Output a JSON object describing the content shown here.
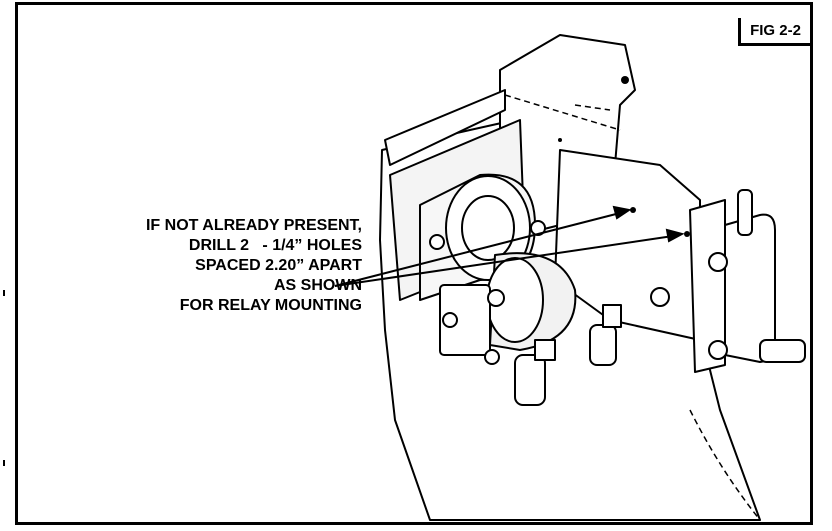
{
  "figure": {
    "label": "FIG 2-2"
  },
  "callout": {
    "lines": [
      "IF NOT ALREADY PRESENT,",
      "DRILL 2   - 1/4” HOLES",
      "SPACED 2.20” APART",
      "AS SHOWN",
      "FOR RELAY MOUNTING"
    ]
  }
}
